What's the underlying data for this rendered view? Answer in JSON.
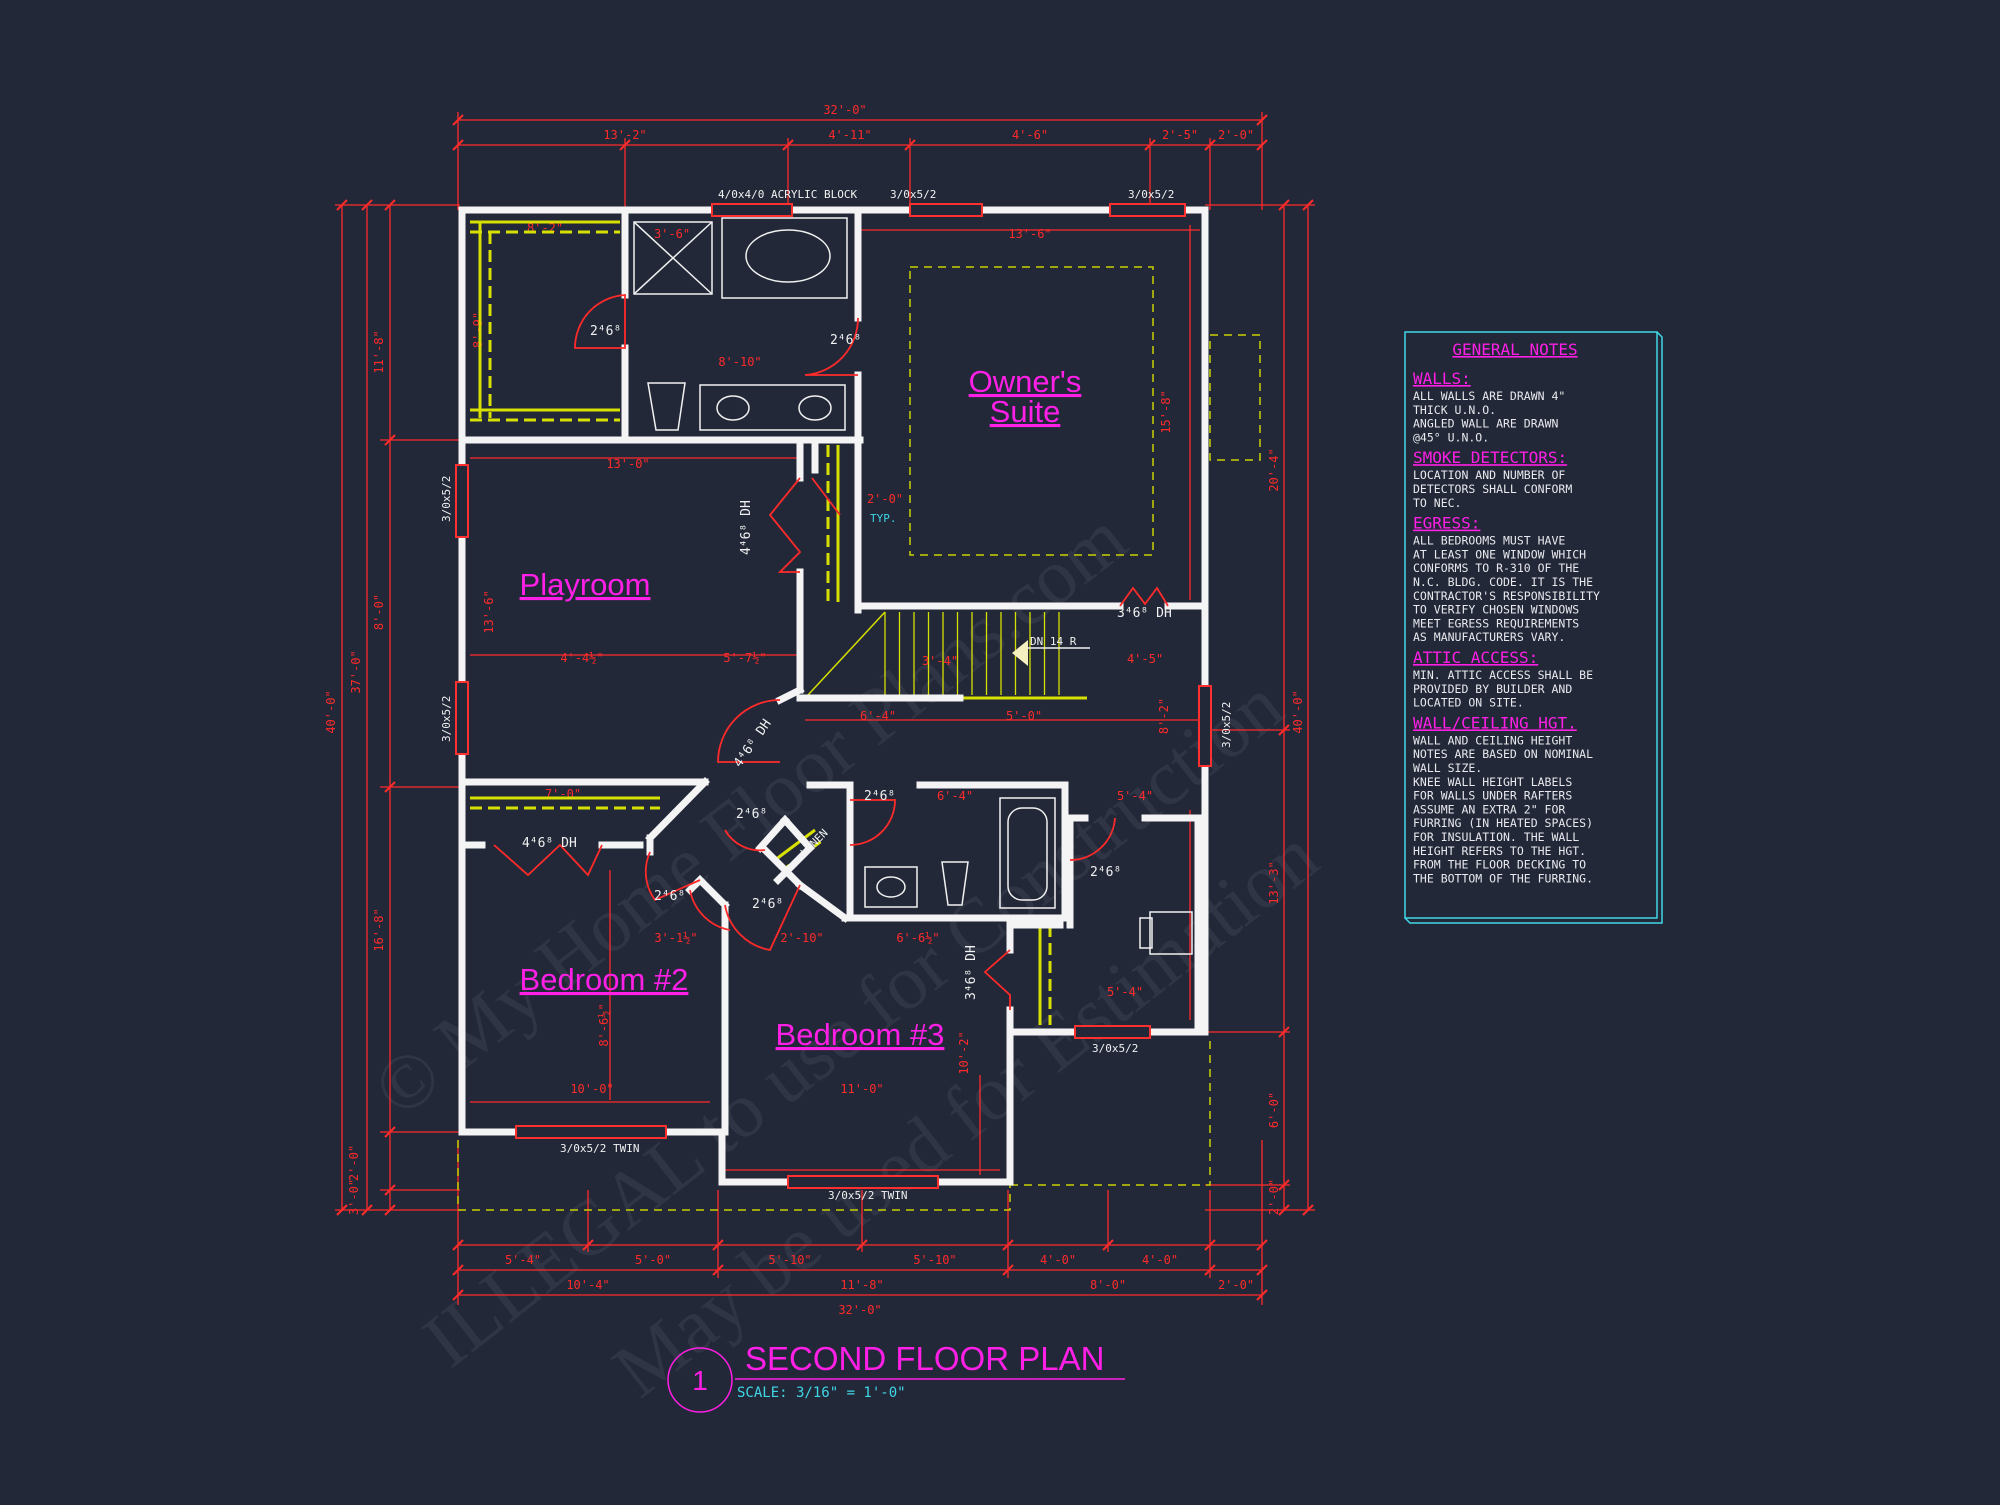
{
  "colors": {
    "background": "#222838",
    "wall": "#f4f4f4",
    "dimension": "#ff2a2a",
    "room_label": "#ff1fe6",
    "cyan": "#3fd7e6",
    "yellow": "#d7e000"
  },
  "rooms": {
    "owners_suite_line1": "Owner's",
    "owners_suite_line2": "Suite",
    "playroom": "Playroom",
    "bedroom2": "Bedroom #2",
    "bedroom3": "Bedroom #3"
  },
  "dimensions": {
    "top_total": "32'-0\"",
    "top_segments": [
      "13'-2\"",
      "4'-11\"",
      "4'-6\"",
      "2'-5\"",
      "2'-0\""
    ],
    "bottom_row1": [
      "5'-4\"",
      "5'-0\"",
      "5'-10\"",
      "5'-10\"",
      "4'-0\"",
      "4'-0\""
    ],
    "bottom_row2": [
      "10'-4\"",
      "11'-8\"",
      "8'-0\"",
      "2'-0\""
    ],
    "bottom_total": "32'-0\"",
    "left_overall": "40'-0\"",
    "left_inner": "37'-0\"",
    "left_segments": [
      "11'-8\"",
      "8'-0\"",
      "16'-8\"",
      "2'-0\"",
      "3'-0\""
    ],
    "right_overall": "40'-0\"",
    "right_segments": [
      "20'-4\"",
      "13'-3\"",
      "6'-0\"",
      "2'-0\""
    ],
    "interior": {
      "closet_top": "8'-2\"",
      "shower": "3'-6\"",
      "bath_depth": "8'-10\"",
      "owners_width": "13'-6\"",
      "owners_depth": "15'-8\"",
      "playroom_width": "13'-0\"",
      "playroom_depth": "13'-6\"",
      "play_a": "4'-4½\"",
      "play_b": "5'-7½\"",
      "hall_a": "6'-4\"",
      "hall_b": "5'-0\"",
      "hall_c": "4'-5\"",
      "hall_d": "8'-2\"",
      "bed2_width": "10'-0\"",
      "bed2_depth": "8'-6½\"",
      "bed3_width": "11'-0\"",
      "bed3_depth": "10'-2\"",
      "bed3_a": "3'-1½\"",
      "bed3_b": "2'-10\"",
      "bed3_c": "6'-6½\"",
      "bath2": "6'-4\"",
      "laundry": "5'-4\"",
      "laundry2": "5'-4\"",
      "typ": "2'-0\"",
      "typ_label": "TYP.",
      "closet_side": "8'-9\"",
      "stairs_a": "3'-4\"",
      "play_closet": "7'-0\""
    }
  },
  "openings": {
    "window_top1": "4/0x4/0 ACRYLIC BLOCK",
    "window_top2": "3/0x5/2",
    "window_top3": "3/0x5/2",
    "window_left1": "3/0x5/2",
    "window_left2": "3/0x5/2",
    "window_right": "3/0x5/2",
    "window_bed2": "3/0x5/2 TWIN",
    "window_bed3": "3/0x5/2 TWIN",
    "window_laundry": "3/0x5/2",
    "door_wic": "2⁴6⁸",
    "door_wc": "2⁴6⁸",
    "door_owner_dh": "3⁴6⁸ DH",
    "door_play_dh": "4⁴6⁸ DH",
    "door_hall_dh": "4⁴6⁸ DH",
    "door_bed2_dh": "4⁴6⁸ DH",
    "door_bed2": "2⁴6⁸",
    "door_bed3": "2⁴6⁸",
    "door_hall": "2⁴6⁸",
    "door_bath": "2⁴6⁸",
    "door_laundry": "2⁴6⁸",
    "door_bed3_dh": "3⁴6⁸ DH",
    "linen": "LINEN",
    "stairs": "DN 14 R"
  },
  "notes": {
    "title": "GENERAL NOTES",
    "sections": [
      {
        "heading": "WALLS:",
        "lines": [
          "ALL WALLS ARE DRAWN 4\"",
          "THICK U.N.O.",
          "ANGLED WALL ARE DRAWN",
          "@45° U.N.O."
        ]
      },
      {
        "heading": "SMOKE DETECTORS:",
        "lines": [
          "LOCATION AND NUMBER OF",
          "DETECTORS SHALL CONFORM",
          "TO NEC."
        ]
      },
      {
        "heading": "EGRESS:",
        "lines": [
          "ALL BEDROOMS MUST HAVE",
          "AT LEAST ONE WINDOW WHICH",
          "CONFORMS TO R-310 OF THE",
          "N.C. BLDG. CODE. IT IS THE",
          "CONTRACTOR'S RESPONSIBILITY",
          "TO VERIFY CHOSEN WINDOWS",
          "MEET EGRESS REQUIREMENTS",
          "AS MANUFACTURERS VARY."
        ]
      },
      {
        "heading": "ATTIC ACCESS:",
        "lines": [
          "MIN. ATTIC ACCESS SHALL BE",
          "PROVIDED BY BUILDER AND",
          "LOCATED ON SITE."
        ]
      },
      {
        "heading": "WALL/CEILING HGT.",
        "lines": [
          "WALL AND CEILING HEIGHT",
          "NOTES ARE BASED ON NOMINAL",
          "WALL SIZE.",
          "KNEE WALL HEIGHT LABELS",
          "FOR WALLS UNDER RAFTERS",
          "ASSUME AN EXTRA 2\" FOR",
          "FURRING (IN HEATED SPACES)",
          "FOR INSULATION. THE WALL",
          "HEIGHT REFERS TO THE HGT.",
          "FROM THE FLOOR DECKING TO",
          "THE BOTTOM OF THE FURRING."
        ]
      }
    ]
  },
  "title_block": {
    "number": "1",
    "title": "SECOND FLOOR PLAN",
    "scale": "SCALE: 3/16\" = 1'-0\""
  },
  "watermark": {
    "line1": "© My Home Floor Plans.com",
    "line2": "ILLEGAL to use for Construction",
    "line3": "May be used for Estimation"
  }
}
